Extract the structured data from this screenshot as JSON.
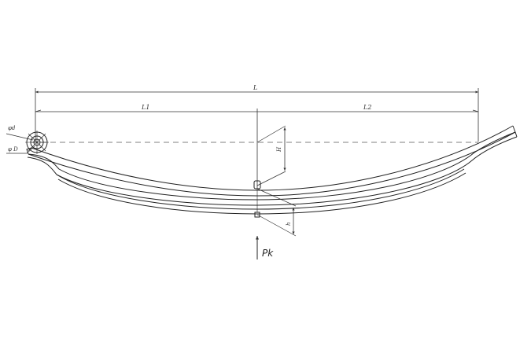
{
  "drawing": {
    "dimensions": {
      "total_length": "L",
      "front_length": "L1",
      "rear_length": "L2",
      "arc_height": "H",
      "deflection": "h"
    },
    "eye_labels": {
      "eye_diameter": "φd",
      "bushing": "φ D"
    },
    "load": {
      "label": "Pk"
    }
  }
}
